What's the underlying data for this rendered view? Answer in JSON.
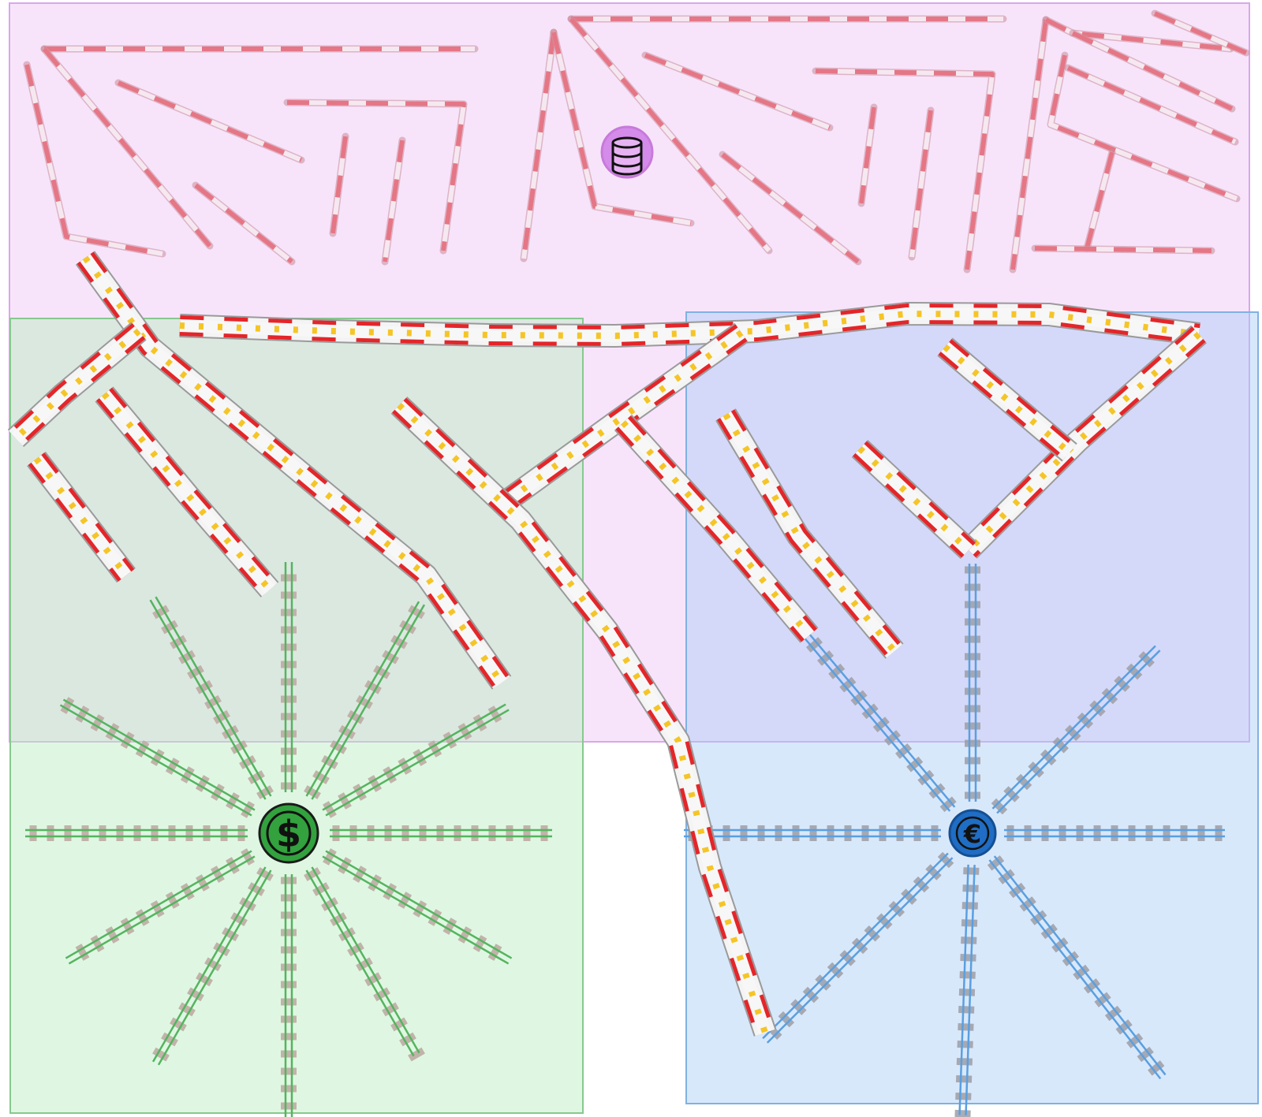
{
  "game": {
    "title": "",
    "zones": [
      {
        "id": "data",
        "color": "#c266e0",
        "fill": "#f7e4fb"
      },
      {
        "id": "dollar",
        "color": "#3aa046",
        "fill": "#e1f7e4"
      },
      {
        "id": "euro",
        "color": "#3e8fd6",
        "fill": "#dcebfd"
      }
    ],
    "hubs": [
      {
        "name": "database-hub-icon",
        "glyph": "",
        "color": "#d58bea"
      },
      {
        "name": "dollar-hub-icon",
        "glyph": "$",
        "color": "#32a13e"
      },
      {
        "name": "euro-hub-icon",
        "glyph": "€",
        "color": "#1f6dc4"
      }
    ],
    "track_styles": {
      "pipe": {
        "red": "#e57686",
        "white": "#f6e8f0"
      },
      "power": {
        "red": "#e3262a",
        "white": "#f4f4f4",
        "bolt": "#f5c527"
      },
      "rail_green": {
        "rail": "#55b45f",
        "tie": "#bca7a0"
      },
      "rail_blue": {
        "rail": "#5a9fe0",
        "tie": "#9d9ea4"
      }
    }
  }
}
